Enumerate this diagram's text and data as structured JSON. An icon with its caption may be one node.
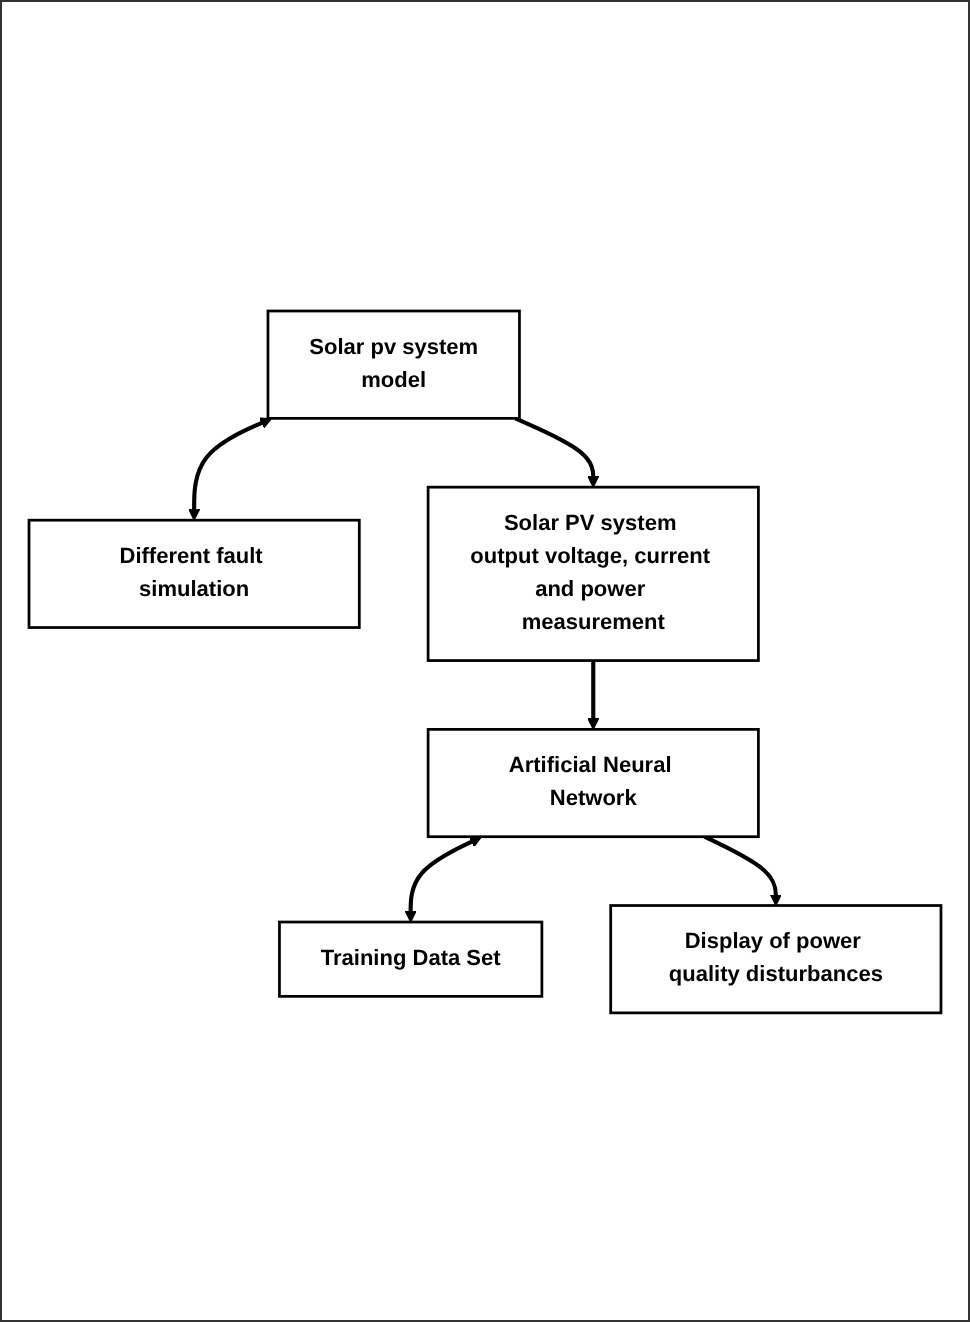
{
  "diagram": {
    "nodes": [
      {
        "text": [
          "Solar pv system",
          "model"
        ]
      },
      {
        "text": [
          "Different fault simulation"
        ]
      },
      {
        "text": [
          "Solar PV system output voltage, current and power measurement"
        ]
      },
      {
        "text": [
          "Artificial Neural Network"
        ]
      },
      {
        "text": [
          "Training Data Set"
        ]
      },
      {
        "text": [
          "Display of power quality disturbances"
        ]
      }
    ],
    "edges": [
      {
        "from": 0,
        "to": 1,
        "arrow": "both"
      },
      {
        "from": 0,
        "to": 2,
        "arrow": "to"
      },
      {
        "from": 2,
        "to": 3,
        "arrow": "to"
      },
      {
        "from": 3,
        "to": 4,
        "arrow": "both"
      },
      {
        "from": 3,
        "to": 5,
        "arrow": "to"
      }
    ]
  }
}
